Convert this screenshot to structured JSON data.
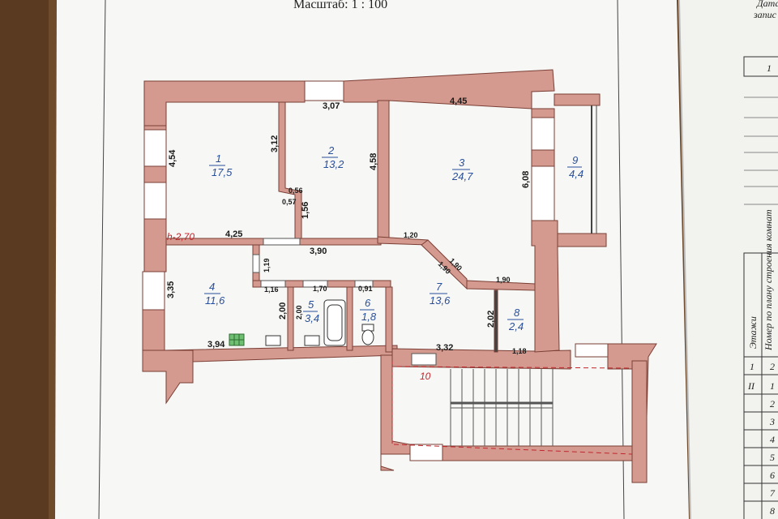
{
  "header": {
    "scale": "Масштаб: 1 : 100"
  },
  "right_sheet": {
    "top_lines": [
      "Дата",
      "запис"
    ],
    "box_number": "1",
    "table_headers": [
      "Этажи",
      "Номер по плану строения комнат"
    ],
    "table_rows": [
      [
        "1",
        "2"
      ],
      [
        "II",
        "1"
      ],
      [
        "",
        "2"
      ],
      [
        "",
        "3"
      ],
      [
        "",
        "4"
      ],
      [
        "",
        "5"
      ],
      [
        "",
        "6"
      ],
      [
        "",
        "7"
      ],
      [
        "",
        "8"
      ]
    ]
  },
  "rooms": [
    {
      "num": "1",
      "area": "17,5"
    },
    {
      "num": "2",
      "area": "13,2"
    },
    {
      "num": "3",
      "area": "24,7"
    },
    {
      "num": "4",
      "area": "11,6"
    },
    {
      "num": "5",
      "area": "3,4"
    },
    {
      "num": "6",
      "area": "1,8"
    },
    {
      "num": "7",
      "area": "13,6"
    },
    {
      "num": "8",
      "area": "2,4"
    },
    {
      "num": "9",
      "area": "4,4"
    },
    {
      "num": "10",
      "area": ""
    }
  ],
  "ceiling_height": "h-2,70",
  "dimensions": {
    "d_307": "3,07",
    "d_445": "4,45",
    "d_454": "4,54",
    "d_312": "3,12",
    "d_458": "4,58",
    "d_608": "6,08",
    "d_056": "0,56",
    "d_057": "0,57",
    "d_156": "1,56",
    "d_425": "4,25",
    "d_390": "3,90",
    "d_120": "1,20",
    "d_190a": "1,90",
    "d_190b": "1,90",
    "d_190c": "1,90",
    "d_119": "1,19",
    "d_335": "3,35",
    "d_116": "1,16",
    "d_170": "1,70",
    "d_091": "0,91",
    "d_200a": "2,00",
    "d_200b": "2,00",
    "d_202": "2,02",
    "d_394": "3,94",
    "d_332": "3,32",
    "d_118": "1,18"
  },
  "colors": {
    "wall": "#d49a8f",
    "wall_stroke": "#7a3e35",
    "paper": "#f6f6f4",
    "blue": "#2a4f9a",
    "red": "#c0272d"
  }
}
